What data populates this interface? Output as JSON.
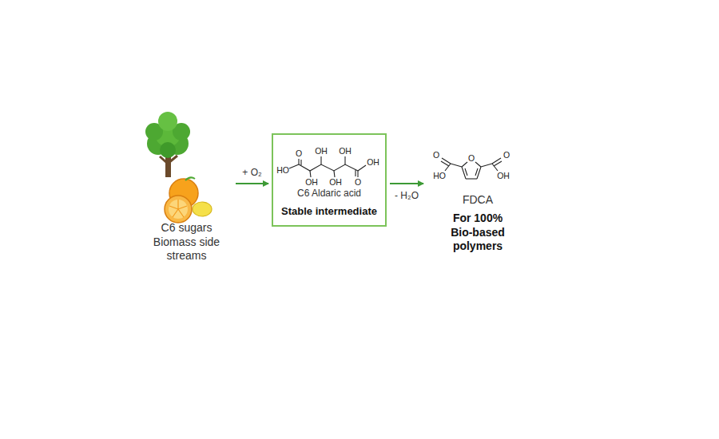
{
  "diagram": {
    "nodes": [
      {
        "text": [
          "C6 sugars Biomass side streams"
        ]
      },
      {
        "text": [
          "C6 Aldaric acid",
          "Stable intermediate"
        ]
      },
      {
        "text": [
          "FDCA",
          "For 100% Bio-based polymers"
        ]
      }
    ],
    "edges": [
      {
        "from": 0,
        "to": 1,
        "arrow": "to",
        "label": "+ O₂"
      },
      {
        "from": 1,
        "to": 2,
        "arrow": "to",
        "label": "- H₂O"
      }
    ],
    "labels": [
      "O",
      "OH",
      "OH",
      "HO",
      "OH",
      "OH",
      "OH",
      "O",
      "O",
      "O",
      "O",
      "HO",
      "OH"
    ]
  }
}
